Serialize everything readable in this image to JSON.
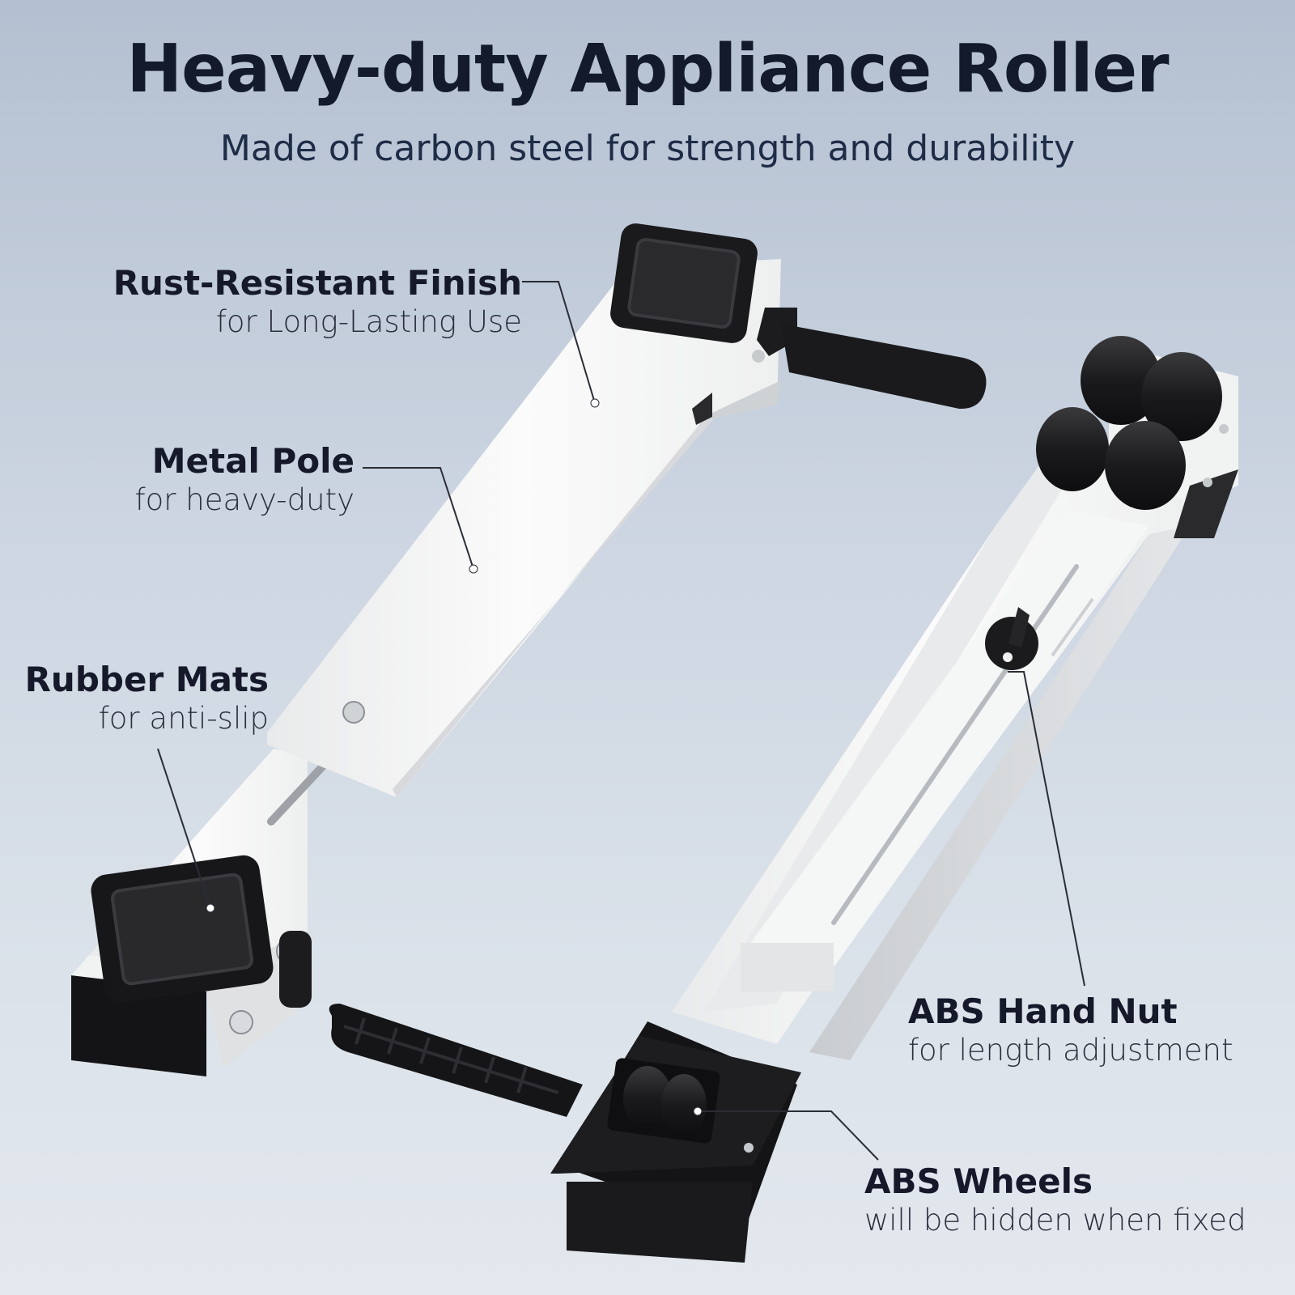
{
  "header": {
    "title": "Heavy-duty Appliance Roller",
    "subtitle": "Made of carbon steel for strength and durability"
  },
  "callouts": [
    {
      "title": "Rust-Resistant Finish",
      "subtitle": "for Long-Lasting Use"
    },
    {
      "title": "Metal Pole",
      "subtitle": "for heavy-duty"
    },
    {
      "title": "Rubber Mats",
      "subtitle": "for anti-slip"
    },
    {
      "title": "ABS Hand Nut",
      "subtitle": "for length adjustment"
    },
    {
      "title": "ABS Wheels",
      "subtitle": "will be hidden when fixed"
    }
  ],
  "colors": {
    "background_top": "#b4c0d1",
    "background_bottom": "#e3e8ee",
    "text": "#121a2c",
    "steel_white": "#f4f5f5",
    "rubber_black": "#1b1b1d"
  }
}
